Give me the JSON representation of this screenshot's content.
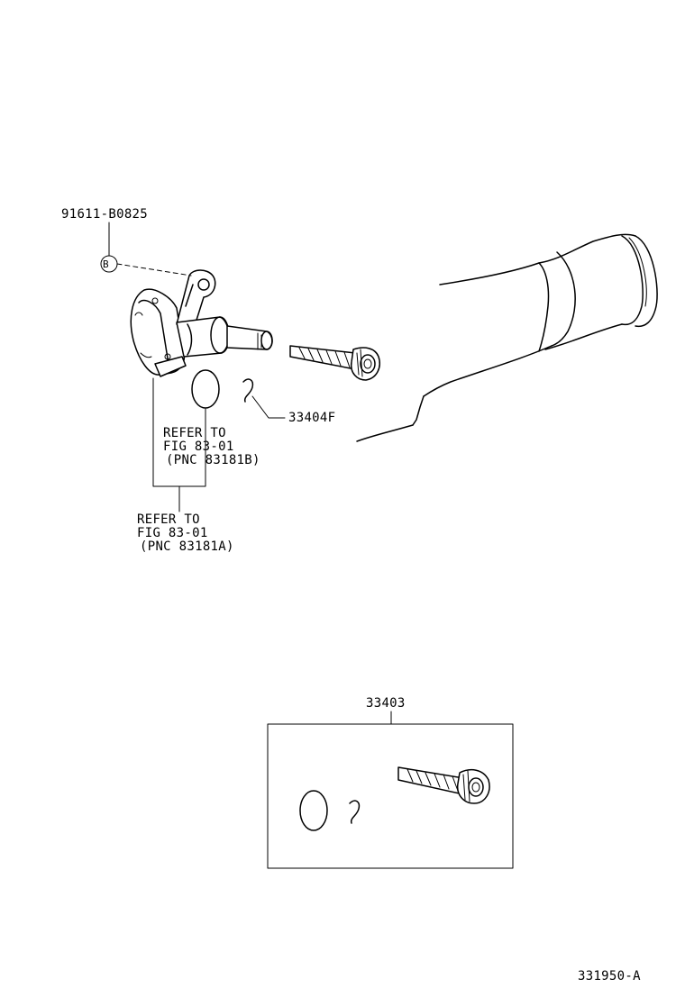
{
  "callouts": {
    "bolt_part_no": "91611-B0825",
    "bolt_symbol": "B",
    "clip_part_no": "33404F",
    "kit_part_no": "33403",
    "refer_b": {
      "line1": "REFER TO",
      "line2": "FIG 83-01",
      "line3": "(PNC 83181B)"
    },
    "refer_a": {
      "line1": "REFER TO",
      "line2": "FIG 83-01",
      "line3": "(PNC 83181A)"
    }
  },
  "figure_id": "331950-A"
}
